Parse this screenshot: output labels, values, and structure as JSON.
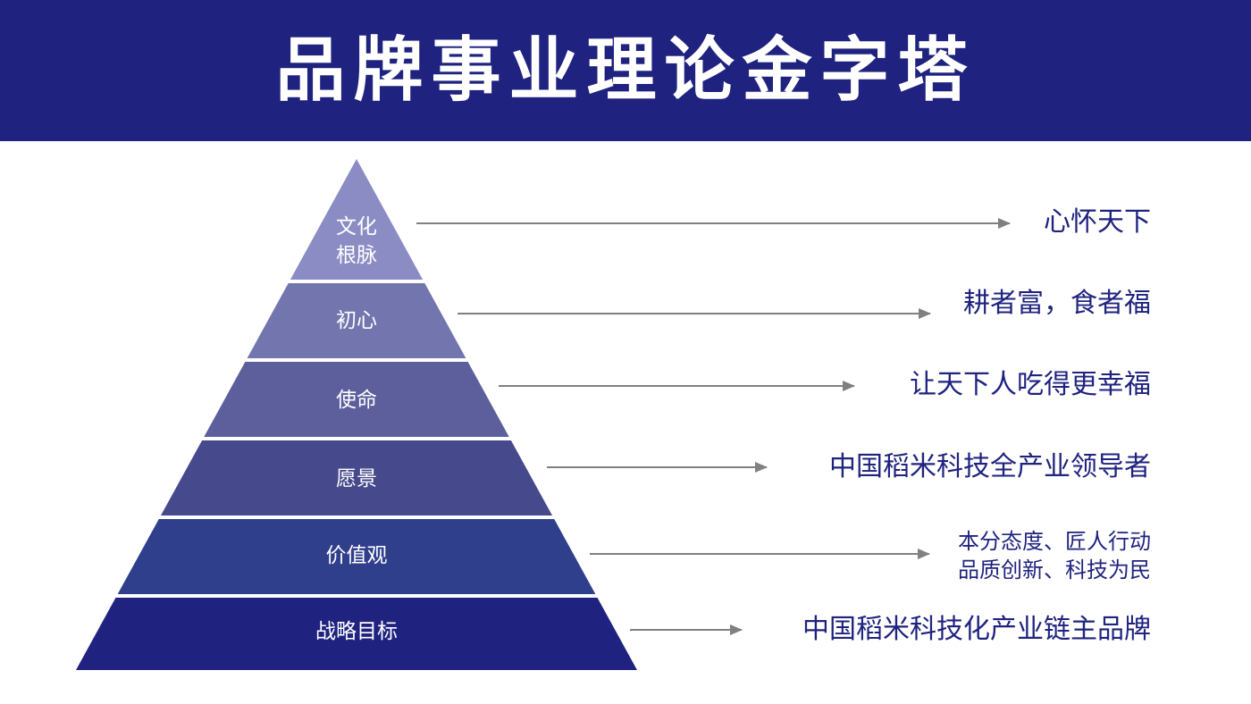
{
  "title": "品牌事业理论金字塔",
  "colors": {
    "header_bg": "#1f237f",
    "arrow": "#808080",
    "target_text": "#1f237f",
    "layers": [
      "#8a8cc3",
      "#7375ae",
      "#5c5f9c",
      "#46498b",
      "#2f3f8c",
      "#1f237f"
    ]
  },
  "layers": [
    {
      "label_lines": [
        "文化",
        "根脉"
      ],
      "target_lines": [
        "心怀天下"
      ]
    },
    {
      "label_lines": [
        "初心"
      ],
      "target_lines": [
        "耕者富，食者福"
      ]
    },
    {
      "label_lines": [
        "使命"
      ],
      "target_lines": [
        "让天下人吃得更幸福"
      ]
    },
    {
      "label_lines": [
        "愿景"
      ],
      "target_lines": [
        "中国稻米科技全产业领导者"
      ]
    },
    {
      "label_lines": [
        "价值观"
      ],
      "target_lines": [
        "本分态度、匠人行动",
        "品质创新、科技为民"
      ]
    },
    {
      "label_lines": [
        "战略目标"
      ],
      "target_lines": [
        "中国稻米科技化产业链主品牌"
      ]
    }
  ]
}
